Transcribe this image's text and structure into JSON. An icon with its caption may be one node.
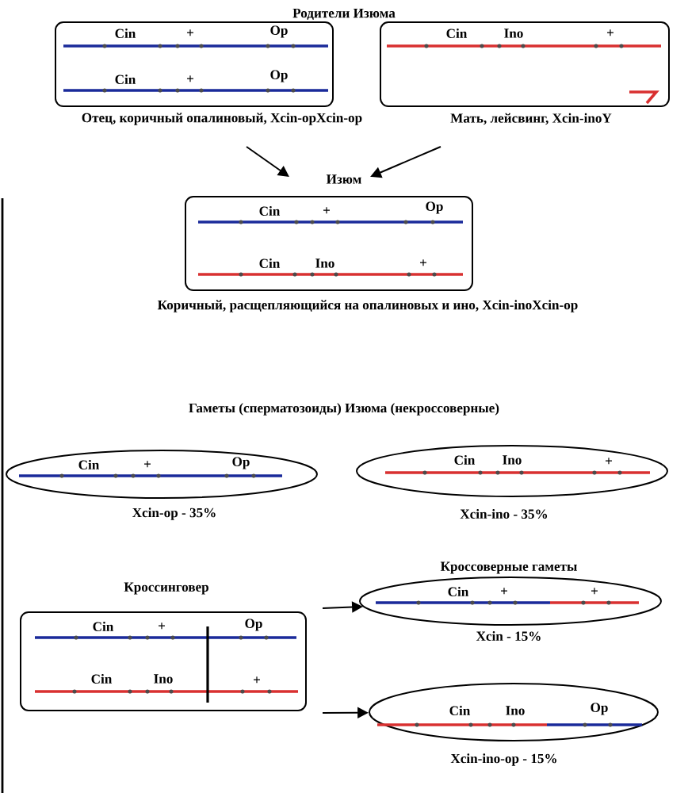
{
  "diagram": {
    "nodes": [
      {
        "text": [
          "Cin",
          "+",
          "Op",
          "Cin",
          "+",
          "Op"
        ],
        "beside": [
          "Отец, коричный опалиновый, Xcin-opXcin-op"
        ]
      },
      {
        "text": [
          "Cin",
          "Ino",
          "+"
        ],
        "beside": [
          "Мать, лейсвинг, Xcin-inoY"
        ]
      },
      {
        "text": [
          "Изюм",
          "Cin",
          "+",
          "Op",
          "Cin",
          "Ino",
          "+"
        ],
        "beside": [
          "Коричный, расщепляющийся на опалиновых и ино, Xcin-inoXcin-op"
        ]
      },
      {
        "text": [
          "Cin",
          "+",
          "Op"
        ],
        "beside": [
          "Xcin-op - 35%"
        ]
      },
      {
        "text": [
          "Cin",
          "Ino",
          "+"
        ],
        "beside": [
          "Xcin-ino - 35%"
        ]
      },
      {
        "text": [
          "Кроссинговер",
          "Cin",
          "+",
          "Op",
          "Cin",
          "Ino",
          "+"
        ]
      },
      {
        "text": [
          "Кроссоверные гаметы",
          "Cin",
          "+",
          "+"
        ],
        "beside": [
          "Xcin - 15%"
        ]
      },
      {
        "text": [
          "Cin",
          "Ino",
          "Op"
        ],
        "beside": [
          "Xcin-ino-op - 15%"
        ]
      }
    ],
    "edges": [
      {
        "from": 0,
        "to": 2,
        "arrow": "to"
      },
      {
        "from": 1,
        "to": 2,
        "arrow": "to"
      },
      {
        "from": 5,
        "to": 6,
        "arrow": "to"
      },
      {
        "from": 5,
        "to": 7,
        "arrow": "to"
      }
    ],
    "labels": [
      "Родители Изюма",
      "Гаметы (сперматозоиды) Изюма (некроссоверные)"
    ]
  }
}
